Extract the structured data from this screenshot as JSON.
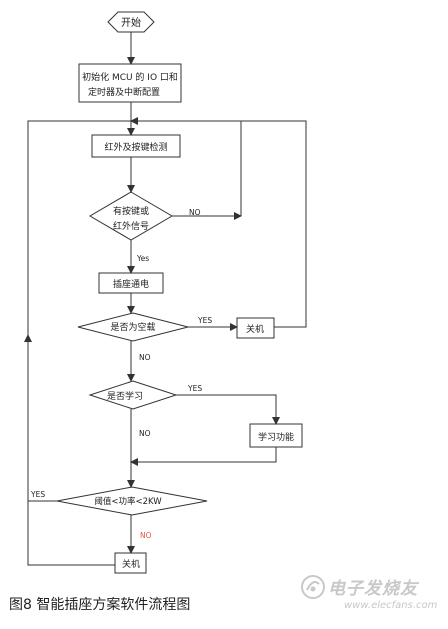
{
  "nodes": {
    "start": "开始",
    "init_line1": "初始化 MCU 的 IO 口和",
    "init_line2": "定时器及中断配置",
    "ir_detect": "红外及按键检测",
    "decision_key_line1": "有按键或",
    "decision_key_line2": "红外信号",
    "power_on": "插座通电",
    "decision_idle": "是否为空载",
    "shutdown_top": "关机",
    "decision_learn": "是否学习",
    "learn_function": "学习功能",
    "decision_power": "阈值<功率<2KW",
    "shutdown_bottom": "关机"
  },
  "edge_labels": {
    "key_no": "NO",
    "key_yes": "Yes",
    "idle_yes": "YES",
    "idle_no": "NO",
    "learn_yes": "YES",
    "learn_no": "NO",
    "power_yes": "YES",
    "power_no": "NO"
  },
  "caption": "图8 智能插座方案软件流程图",
  "watermark": {
    "logo_text": "电子发烧友",
    "url": "www.elecfans.com"
  },
  "colors": {
    "stroke": "#333333",
    "no_label_bottom": "#e0554a"
  }
}
